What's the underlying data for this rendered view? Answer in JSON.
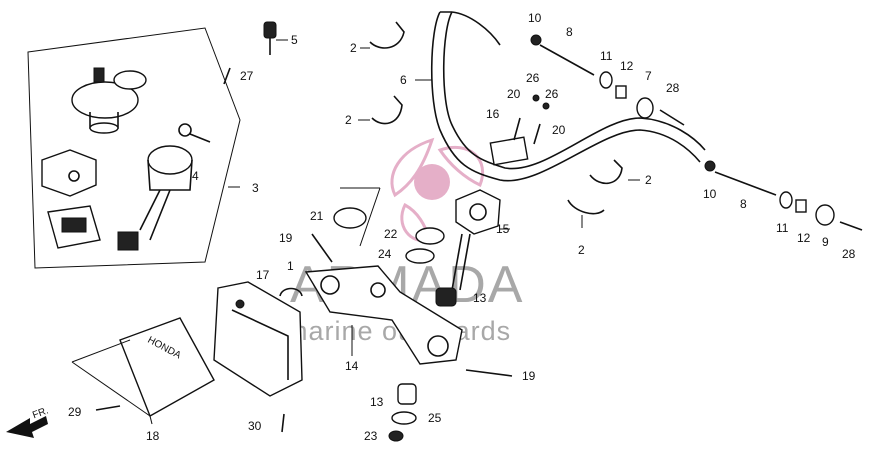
{
  "watermark": {
    "title": "ARMADA",
    "subtitle": "marine outboards",
    "logo_color": "#e3a7c3"
  },
  "parts": [
    {
      "id": "p1",
      "label": "1"
    },
    {
      "id": "p2a",
      "label": "2"
    },
    {
      "id": "p2b",
      "label": "2"
    },
    {
      "id": "p2c",
      "label": "2"
    },
    {
      "id": "p2d",
      "label": "2"
    },
    {
      "id": "p3",
      "label": "3"
    },
    {
      "id": "p4",
      "label": "4"
    },
    {
      "id": "p5",
      "label": "5"
    },
    {
      "id": "p6",
      "label": "6"
    },
    {
      "id": "p7",
      "label": "7"
    },
    {
      "id": "p8a",
      "label": "8"
    },
    {
      "id": "p8b",
      "label": "8"
    },
    {
      "id": "p9",
      "label": "9"
    },
    {
      "id": "p10a",
      "label": "10"
    },
    {
      "id": "p10b",
      "label": "10"
    },
    {
      "id": "p11a",
      "label": "11"
    },
    {
      "id": "p11b",
      "label": "11"
    },
    {
      "id": "p12a",
      "label": "12"
    },
    {
      "id": "p12b",
      "label": "12"
    },
    {
      "id": "p13a",
      "label": "13"
    },
    {
      "id": "p13b",
      "label": "13"
    },
    {
      "id": "p14",
      "label": "14"
    },
    {
      "id": "p15",
      "label": "15"
    },
    {
      "id": "p16",
      "label": "16"
    },
    {
      "id": "p17",
      "label": "17"
    },
    {
      "id": "p18",
      "label": "18"
    },
    {
      "id": "p19a",
      "label": "19"
    },
    {
      "id": "p19b",
      "label": "19"
    },
    {
      "id": "p20a",
      "label": "20"
    },
    {
      "id": "p20b",
      "label": "20"
    },
    {
      "id": "p21",
      "label": "21"
    },
    {
      "id": "p22",
      "label": "22"
    },
    {
      "id": "p23",
      "label": "23"
    },
    {
      "id": "p24",
      "label": "24"
    },
    {
      "id": "p25",
      "label": "25"
    },
    {
      "id": "p26a",
      "label": "26"
    },
    {
      "id": "p26b",
      "label": "26"
    },
    {
      "id": "p27",
      "label": "27"
    },
    {
      "id": "p28a",
      "label": "28"
    },
    {
      "id": "p28b",
      "label": "28"
    },
    {
      "id": "p29",
      "label": "29"
    },
    {
      "id": "p30",
      "label": "30"
    }
  ],
  "emblem_text": "HONDA",
  "direction_marker": "FR."
}
